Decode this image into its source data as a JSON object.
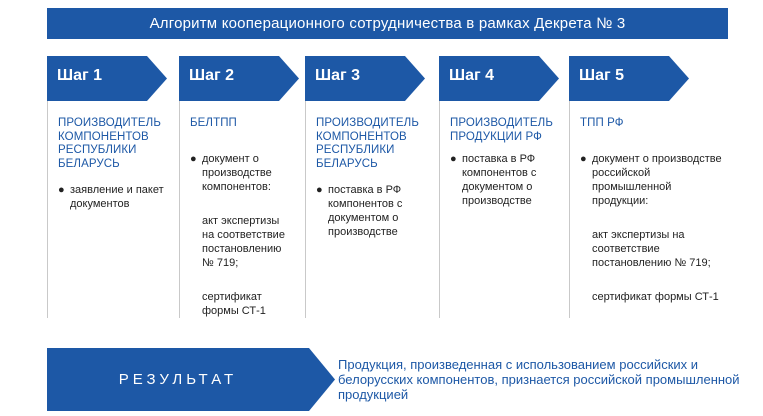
{
  "banner": {
    "title": "Алгоритм кооперационного сотрудничества в рамках Декрета № 3"
  },
  "colors": {
    "primary": "#1d58a6",
    "line": "#c9c9c9",
    "text": "#222222"
  },
  "steps": [
    {
      "label": "Шаг 1",
      "title": "ПРОИЗВОДИТЕЛЬ КОМПОНЕНТОВ РЕСПУБЛИКИ БЕЛАРУСЬ",
      "items": [
        "заявление и пакет документов"
      ]
    },
    {
      "label": "Шаг 2",
      "title": "БЕЛТПП",
      "items": [
        "документ о производстве компонентов:"
      ],
      "subitems": [
        "акт экспертизы на соответствие постановлению № 719;",
        "сертификат формы СТ-1"
      ]
    },
    {
      "label": "Шаг 3",
      "title": "ПРОИЗВОДИТЕЛЬ КОМПОНЕНТОВ РЕСПУБЛИКИ БЕЛАРУСЬ",
      "items": [
        "поставка в РФ компонентов с документом о производстве"
      ]
    },
    {
      "label": "Шаг 4",
      "title": "ПРОИЗВОДИТЕЛЬ ПРОДУКЦИИ РФ",
      "items": [
        "поставка в РФ компонентов с документом о производстве"
      ]
    },
    {
      "label": "Шаг 5",
      "title": "ТПП РФ",
      "items": [
        "документ о производстве российской промышленной продукции:"
      ],
      "subitems": [
        "акт экспертизы на соответствие постановлению № 719;",
        "сертификат формы СТ-1"
      ]
    }
  ],
  "result": {
    "label": "РЕЗУЛЬТАТ",
    "text": "Продукция, произведенная с использованием российских и белорусских компонентов, признается российской промышленной продукцией"
  }
}
